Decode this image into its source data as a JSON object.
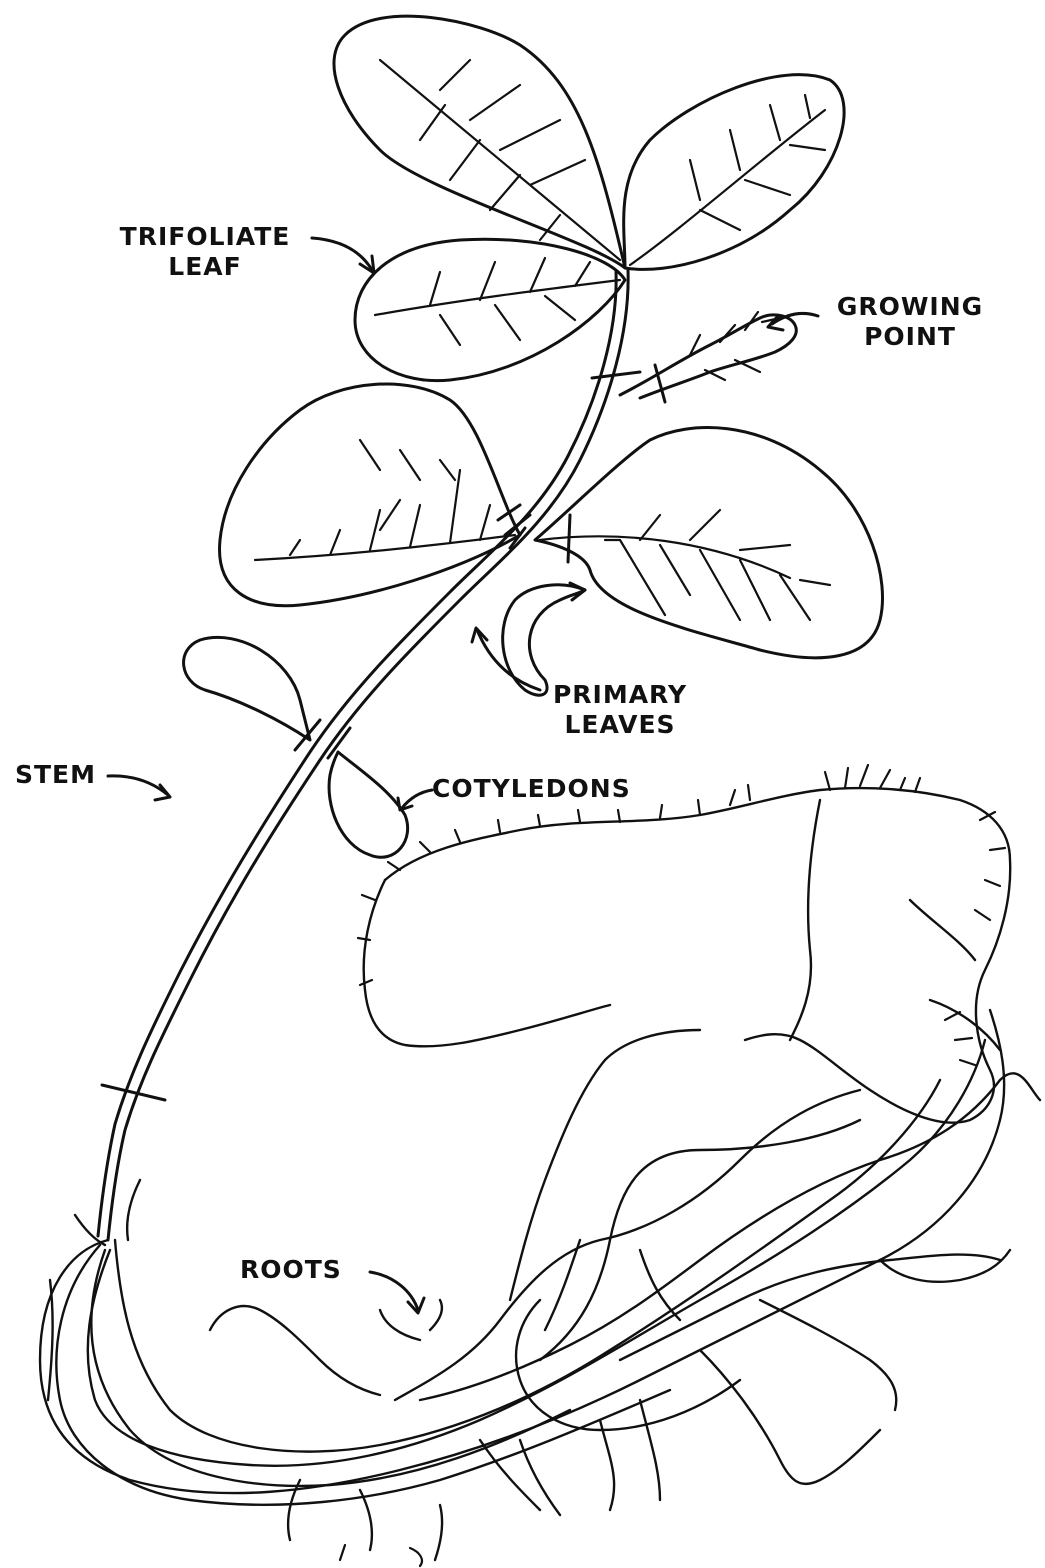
{
  "labels": {
    "trifoliate_leaf": [
      "TRIFOLIATE",
      "LEAF"
    ],
    "growing_point": [
      "GROWING",
      "POINT"
    ],
    "primary_leaves": [
      "PRIMARY",
      "LEAVES"
    ],
    "cotyledons": "COTYLEDONS",
    "stem": "STEM",
    "roots": "ROOTS"
  }
}
